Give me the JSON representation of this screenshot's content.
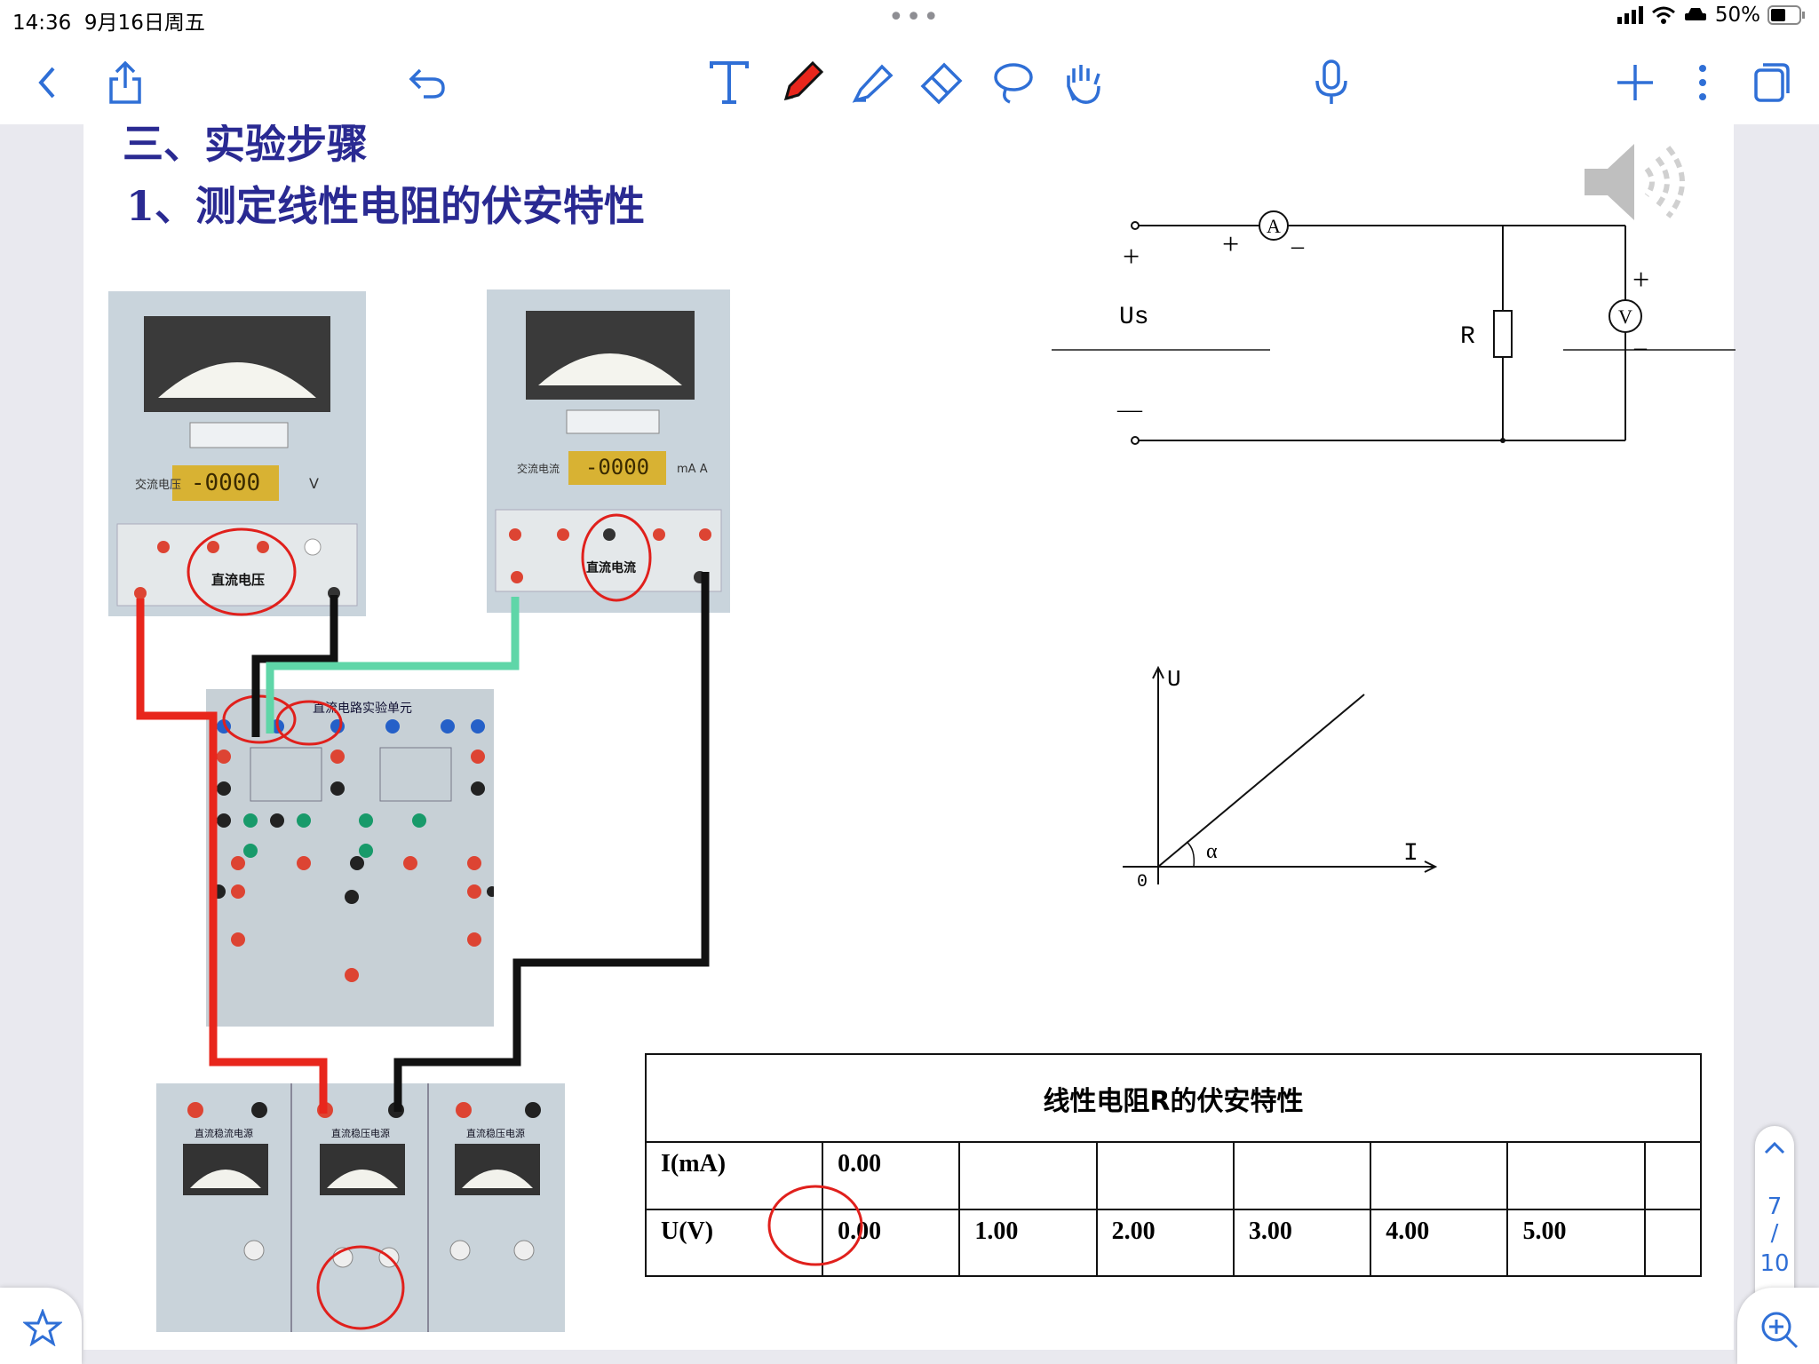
{
  "status": {
    "time": "14:36",
    "date": "9月16日周五",
    "battery": "50%"
  },
  "toolbar": {
    "left": [
      {
        "icon": "back-chevron-icon"
      },
      {
        "icon": "share-icon"
      },
      {
        "icon": "undo-icon"
      }
    ],
    "tools": [
      {
        "icon": "text-tool-icon"
      },
      {
        "icon": "pen-tool-icon"
      },
      {
        "icon": "highlighter-tool-icon"
      },
      {
        "icon": "eraser-tool-icon"
      },
      {
        "icon": "lasso-tool-icon"
      },
      {
        "icon": "hand-tool-icon"
      }
    ],
    "right": [
      {
        "icon": "microphone-icon"
      },
      {
        "icon": "add-icon"
      },
      {
        "icon": "more-icon"
      },
      {
        "icon": "pages-icon"
      }
    ]
  },
  "page": {
    "section_title": "三、实验步骤",
    "subtitle": "1、测定线性电阻的伏安特性",
    "circuit": {
      "source": "Us",
      "resistor": "R",
      "ammeter": "A",
      "voltmeter": "V",
      "plus": "+",
      "minus": "—"
    },
    "graph": {
      "y_axis": "U",
      "x_axis": "I",
      "origin": "0",
      "angle": "α"
    },
    "instruments": {
      "voltmeter_display": "-0000",
      "voltmeter_unit": "V",
      "voltmeter_label": "交流电压",
      "voltmeter_dc": "直流电压",
      "ammeter_display": "-0000",
      "ammeter_unit": "mA A",
      "ammeter_label": "交流电流",
      "ammeter_dc": "直流电流",
      "board_label": "直流电路实验单元",
      "supply_labels": [
        "直流稳流电源",
        "直流稳压电源",
        "直流稳压电源"
      ]
    },
    "table": {
      "caption": "线性电阻R的伏安特性",
      "rows": [
        {
          "label": "I(mA)",
          "cells": [
            "0.00",
            "",
            "",
            "",
            "",
            "",
            ""
          ]
        },
        {
          "label": "U(V)",
          "cells": [
            "0.00",
            "1.00",
            "2.00",
            "3.00",
            "4.00",
            "5.00",
            ""
          ]
        }
      ]
    }
  },
  "pager": {
    "current": "7",
    "total": "10",
    "sep": "/"
  },
  "colors": {
    "title": "#2a2a92",
    "accent": "#2f6fd6",
    "red_wire": "#e8261c",
    "green_wire": "#5fd6a8",
    "annotation": "#e0201c"
  }
}
